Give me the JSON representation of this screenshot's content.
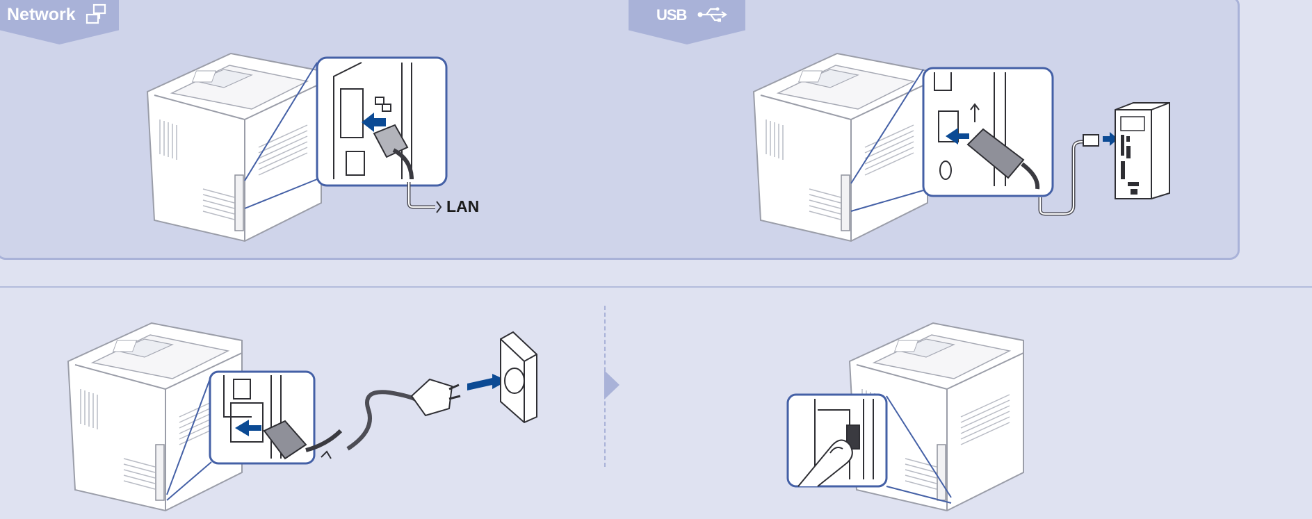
{
  "tabs": {
    "network": {
      "label": "Network",
      "icon": "network-icon"
    },
    "usb": {
      "label": "USB",
      "icon": "usb-icon"
    }
  },
  "labels": {
    "lan": "LAN"
  },
  "colors": {
    "page_background": "#dfe2f1",
    "panel": "#cfd4ea",
    "accent": "#a9b2d8",
    "callout_border": "#4460a6",
    "insert_arrow": "#0b4a94"
  }
}
